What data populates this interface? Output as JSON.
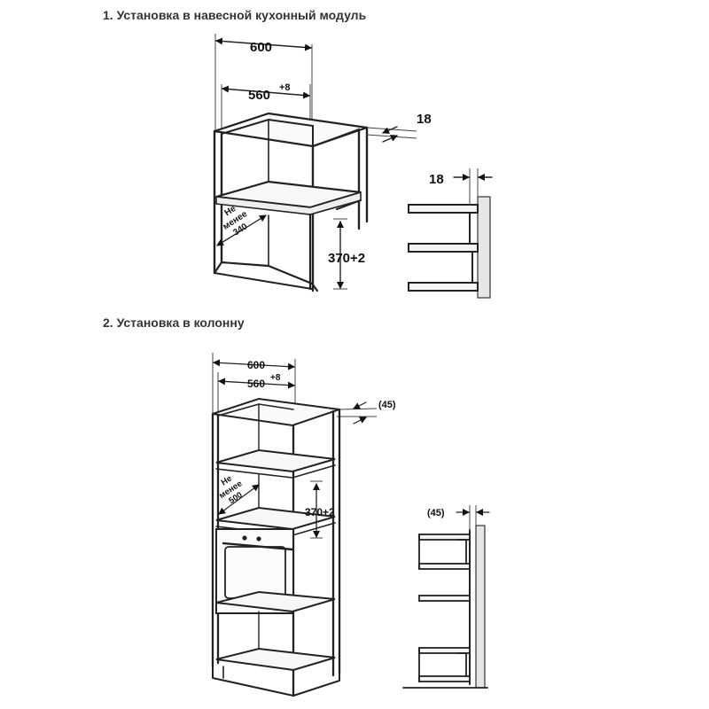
{
  "headings": {
    "section1": "1. Установка в навесной кухонный модуль",
    "section2": "2. Установка в колонну"
  },
  "diagram1": {
    "width_outer": "600",
    "width_inner": "560",
    "width_inner_tol": "+8",
    "panel_thickness": "18",
    "side_panel": "18",
    "min_depth_line1": "Не",
    "min_depth_line2": "менее",
    "min_depth_value": "340",
    "niche_height": "370+2"
  },
  "diagram2": {
    "width_outer": "600",
    "width_inner": "560",
    "width_inner_tol": "+8",
    "gap_top": "(45)",
    "gap_side": "(45)",
    "min_depth_line1": "Не",
    "min_depth_line2": "менее",
    "min_depth_value": "500",
    "niche_height": "370+2"
  }
}
